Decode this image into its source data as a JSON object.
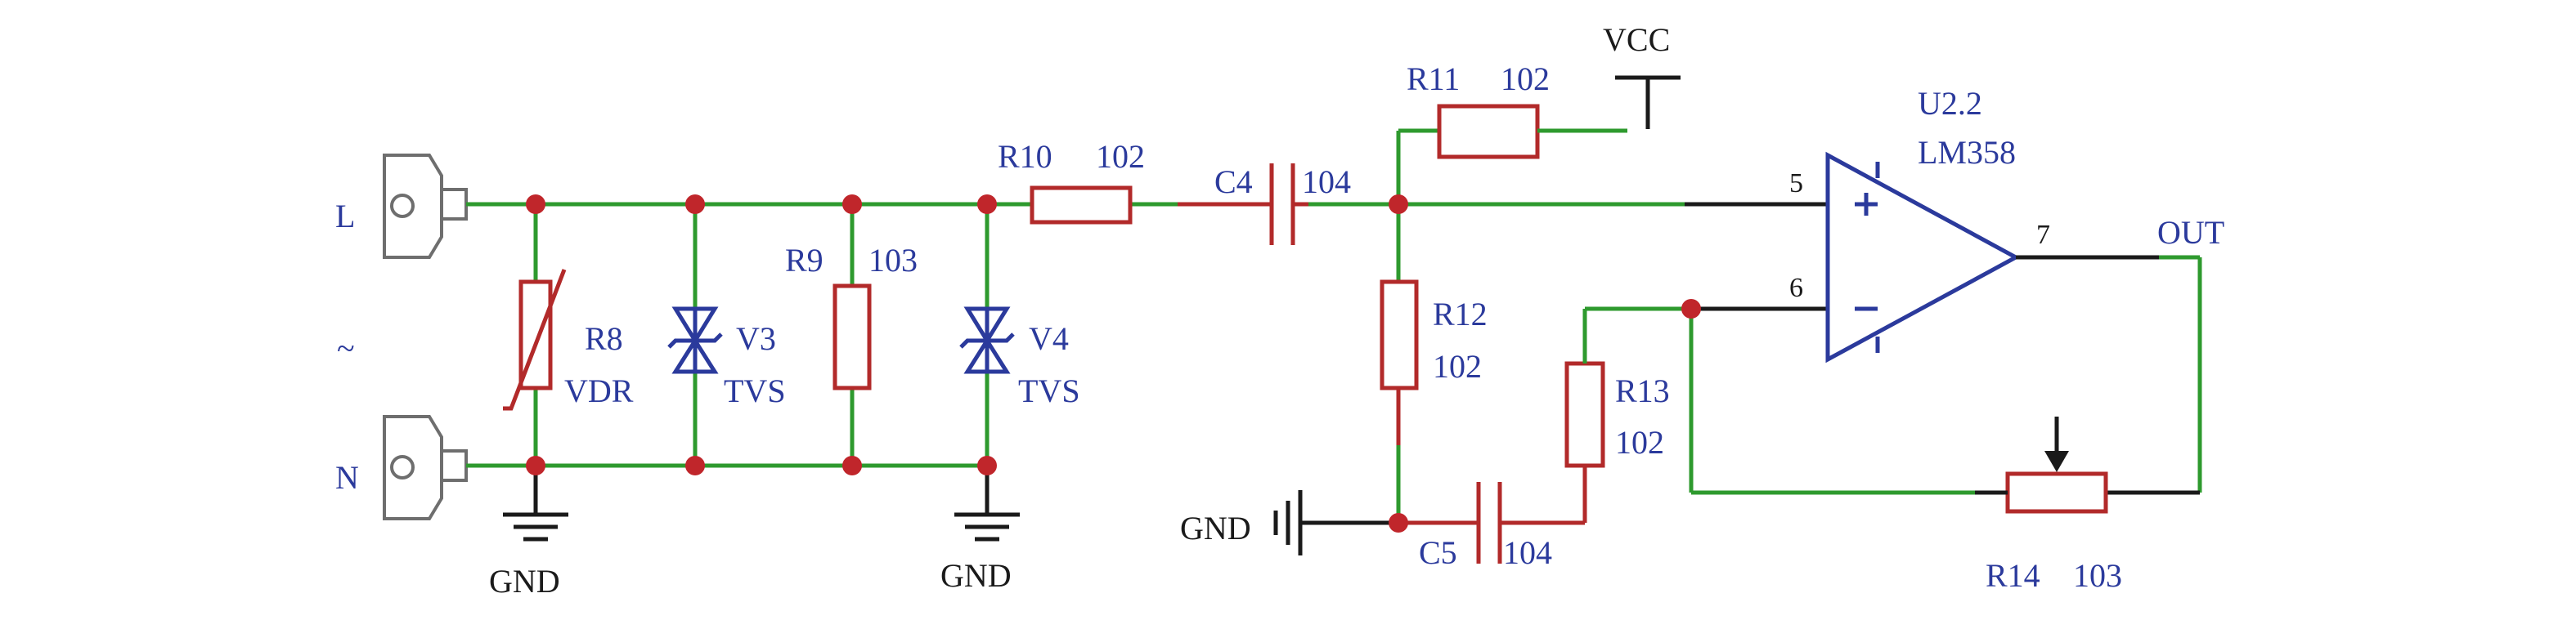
{
  "terminals": {
    "L": "L",
    "tilde": "~",
    "N": "N"
  },
  "components": {
    "r8": {
      "ref": "R8",
      "value": "VDR"
    },
    "v3": {
      "ref": "V3",
      "value": "TVS"
    },
    "r9": {
      "ref": "R9",
      "value": "103"
    },
    "v4": {
      "ref": "V4",
      "value": "TVS"
    },
    "r10": {
      "ref": "R10",
      "value": "102"
    },
    "c4": {
      "ref": "C4",
      "value": "104"
    },
    "r11": {
      "ref": "R11",
      "value": "102"
    },
    "r12": {
      "ref": "R12",
      "value": "102"
    },
    "c5": {
      "ref": "C5",
      "value": "104"
    },
    "r13": {
      "ref": "R13",
      "value": "102"
    },
    "r14": {
      "ref": "R14",
      "value": "103"
    },
    "u22": {
      "ref": "U2.2",
      "value": "LM358"
    }
  },
  "pins": {
    "pin5": "5",
    "pin6": "6",
    "pin7": "7"
  },
  "nets": {
    "vcc": "VCC",
    "out": "OUT",
    "gnd_left": "GND",
    "gnd_mid": "GND",
    "gnd_c5": "GND"
  },
  "colors": {
    "wire": "#2e9a2e",
    "component": "#b22a2a",
    "label": "#2b3a9c",
    "junction": "#c0262b",
    "ground": "#1a1a1a"
  }
}
